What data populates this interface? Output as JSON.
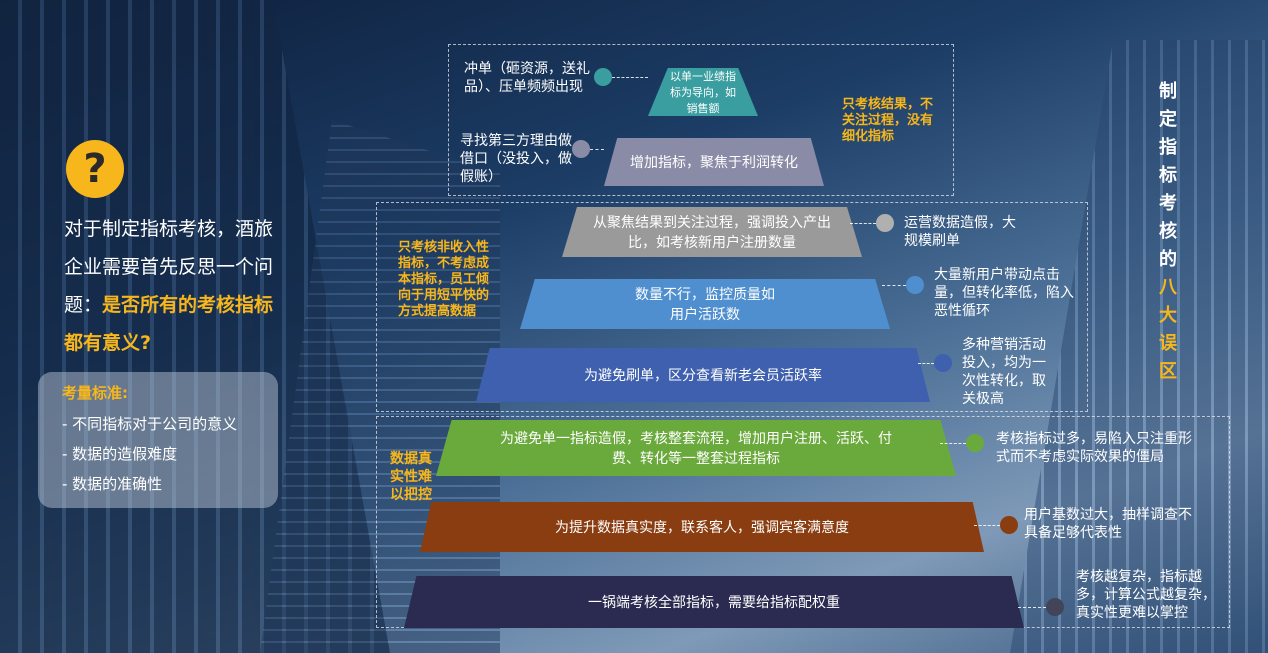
{
  "left": {
    "question_mark": "?",
    "intro_plain": "对于制定指标考核，酒旅企业需要首先反思一个问题：",
    "intro_highlight": "是否所有的考核指标都有意义?",
    "standards_title": "考量标准:",
    "standards": [
      "- 不同指标对于公司的意义",
      "- 数据的造假难度",
      "- 数据的准确性"
    ]
  },
  "title_vertical": {
    "plain_chars": [
      "制",
      "定",
      "指",
      "标",
      "考",
      "核",
      "的"
    ],
    "highlight_chars": [
      "八",
      "大",
      "误",
      "区"
    ]
  },
  "categories": {
    "result_only": "只考核结果，不关注过程，没有细化指标",
    "no_revenue": "只考核非收入性指标，不考虑成本指标，员工倾向于用短平快的方式提高数据",
    "authenticity": "数据真实性难以把控"
  },
  "tiers": [
    {
      "label": "以单一业绩指标为导向，如销售额",
      "color": "#3a9da0"
    },
    {
      "label": "增加指标，聚焦于利润转化",
      "color": "#8a8ba6"
    },
    {
      "label": "从聚焦结果到关注过程，强调投入产出比，如考核新用户注册数量",
      "color": "#9a9a9a"
    },
    {
      "label": "数量不行，监控质量如用户活跃数",
      "color": "#4f8fcf"
    },
    {
      "label": "为避免刷单，区分查看新老会员活跃率",
      "color": "#3e60ae"
    },
    {
      "label": "为避免单一指标造假，考核整套流程，增加用户注册、活跃、付费、转化等一整套过程指标",
      "color": "#6aaa3c"
    },
    {
      "label": "为提升数据真实度，联系客人，强调宾客满意度",
      "color": "#8a3d10"
    },
    {
      "label": "一锅端考核全部指标，需要给指标配权重",
      "color": "#2b2b52"
    }
  ],
  "notes": [
    {
      "text": "冲单（砸资源，送礼品）、压单频频出现",
      "dot_color": "#3a9da0"
    },
    {
      "text": "寻找第三方理由做借口（没投入，做假账）",
      "dot_color": "#8a8ba6"
    },
    {
      "text": "运营数据造假，大规模刷单",
      "dot_color": "#b0b0b0"
    },
    {
      "text": "大量新用户带动点击量，但转化率低，陷入恶性循环",
      "dot_color": "#4f8fcf"
    },
    {
      "text": "多种营销活动投入，均为一次性转化，取关极高",
      "dot_color": "#3e60ae"
    },
    {
      "text": "考核指标过多，易陷入只注重形式而不考虑实际效果的僵局",
      "dot_color": "#6aaa3c"
    },
    {
      "text": "用户基数过大，抽样调查不具备足够代表性",
      "dot_color": "#8a3d10"
    },
    {
      "text": "考核越复杂，指标越多，计算公式越复杂，真实性更难以掌控",
      "dot_color": "#444458"
    }
  ]
}
